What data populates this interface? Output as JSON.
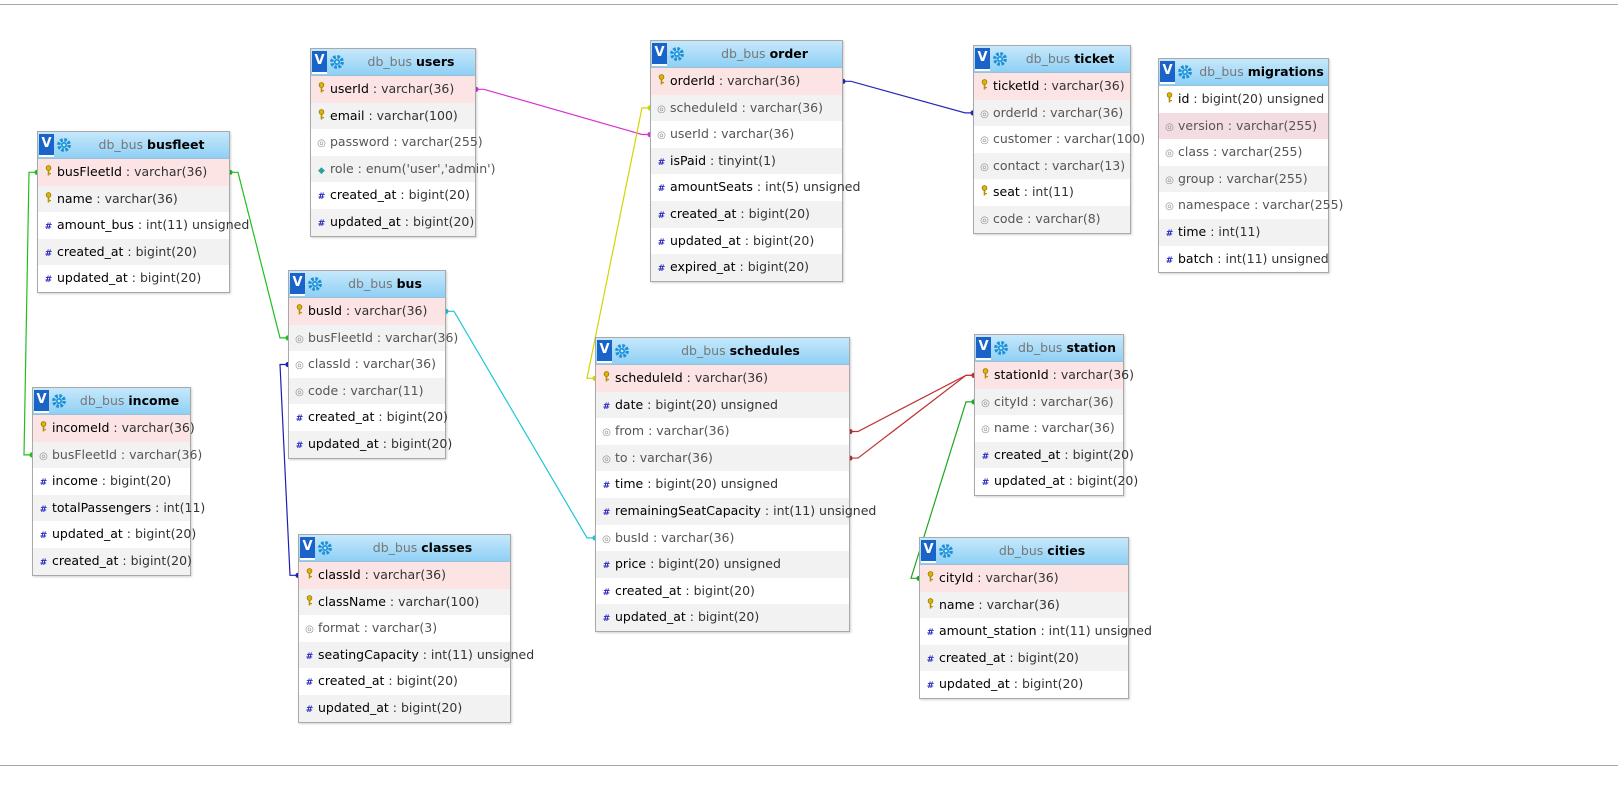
{
  "database": "db_bus",
  "toggle_label": "V",
  "tables": [
    {
      "id": "users",
      "name": "users",
      "columns": [
        {
          "name": "userId",
          "type": "varchar(36)",
          "icon": "key",
          "pk": true
        },
        {
          "name": "email",
          "type": "varchar(100)",
          "icon": "key"
        },
        {
          "name": "password",
          "type": "varchar(255)",
          "icon": "string"
        },
        {
          "name": "role",
          "type": "enum('user','admin')",
          "icon": "enum"
        },
        {
          "name": "created_at",
          "type": "bigint(20)",
          "icon": "number"
        },
        {
          "name": "updated_at",
          "type": "bigint(20)",
          "icon": "number"
        }
      ]
    },
    {
      "id": "order",
      "name": "order",
      "columns": [
        {
          "name": "orderId",
          "type": "varchar(36)",
          "icon": "key",
          "pk": true
        },
        {
          "name": "scheduleId",
          "type": "varchar(36)",
          "icon": "string"
        },
        {
          "name": "userId",
          "type": "varchar(36)",
          "icon": "string"
        },
        {
          "name": "isPaid",
          "type": "tinyint(1)",
          "icon": "number"
        },
        {
          "name": "amountSeats",
          "type": "int(5) unsigned",
          "icon": "number"
        },
        {
          "name": "created_at",
          "type": "bigint(20)",
          "icon": "number"
        },
        {
          "name": "updated_at",
          "type": "bigint(20)",
          "icon": "number"
        },
        {
          "name": "expired_at",
          "type": "bigint(20)",
          "icon": "number"
        }
      ]
    },
    {
      "id": "ticket",
      "name": "ticket",
      "columns": [
        {
          "name": "ticketId",
          "type": "varchar(36)",
          "icon": "key",
          "pk": true
        },
        {
          "name": "orderId",
          "type": "varchar(36)",
          "icon": "string"
        },
        {
          "name": "customer",
          "type": "varchar(100)",
          "icon": "string"
        },
        {
          "name": "contact",
          "type": "varchar(13)",
          "icon": "string"
        },
        {
          "name": "seat",
          "type": "int(11)",
          "icon": "key"
        },
        {
          "name": "code",
          "type": "varchar(8)",
          "icon": "string"
        }
      ]
    },
    {
      "id": "migrations",
      "name": "migrations",
      "columns": [
        {
          "name": "id",
          "type": "bigint(20) unsigned",
          "icon": "key"
        },
        {
          "name": "version",
          "type": "varchar(255)",
          "icon": "string",
          "hl": true
        },
        {
          "name": "class",
          "type": "varchar(255)",
          "icon": "string"
        },
        {
          "name": "group",
          "type": "varchar(255)",
          "icon": "string"
        },
        {
          "name": "namespace",
          "type": "varchar(255)",
          "icon": "string"
        },
        {
          "name": "time",
          "type": "int(11)",
          "icon": "number"
        },
        {
          "name": "batch",
          "type": "int(11) unsigned",
          "icon": "number"
        }
      ]
    },
    {
      "id": "busfleet",
      "name": "busfleet",
      "columns": [
        {
          "name": "busFleetId",
          "type": "varchar(36)",
          "icon": "key",
          "pk": true
        },
        {
          "name": "name",
          "type": "varchar(36)",
          "icon": "key"
        },
        {
          "name": "amount_bus",
          "type": "int(11) unsigned",
          "icon": "number"
        },
        {
          "name": "created_at",
          "type": "bigint(20)",
          "icon": "number"
        },
        {
          "name": "updated_at",
          "type": "bigint(20)",
          "icon": "number"
        }
      ]
    },
    {
      "id": "bus",
      "name": "bus",
      "columns": [
        {
          "name": "busId",
          "type": "varchar(36)",
          "icon": "key",
          "pk": true
        },
        {
          "name": "busFleetId",
          "type": "varchar(36)",
          "icon": "string"
        },
        {
          "name": "classId",
          "type": "varchar(36)",
          "icon": "string"
        },
        {
          "name": "code",
          "type": "varchar(11)",
          "icon": "string"
        },
        {
          "name": "created_at",
          "type": "bigint(20)",
          "icon": "number"
        },
        {
          "name": "updated_at",
          "type": "bigint(20)",
          "icon": "number"
        }
      ]
    },
    {
      "id": "schedules",
      "name": "schedules",
      "columns": [
        {
          "name": "scheduleId",
          "type": "varchar(36)",
          "icon": "key",
          "pk": true
        },
        {
          "name": "date",
          "type": "bigint(20) unsigned",
          "icon": "number"
        },
        {
          "name": "from",
          "type": "varchar(36)",
          "icon": "string"
        },
        {
          "name": "to",
          "type": "varchar(36)",
          "icon": "string"
        },
        {
          "name": "time",
          "type": "bigint(20) unsigned",
          "icon": "number"
        },
        {
          "name": "remainingSeatCapacity",
          "type": "int(11) unsigned",
          "icon": "number"
        },
        {
          "name": "busId",
          "type": "varchar(36)",
          "icon": "string"
        },
        {
          "name": "price",
          "type": "bigint(20) unsigned",
          "icon": "number"
        },
        {
          "name": "created_at",
          "type": "bigint(20)",
          "icon": "number"
        },
        {
          "name": "updated_at",
          "type": "bigint(20)",
          "icon": "number"
        }
      ]
    },
    {
      "id": "station",
      "name": "station",
      "columns": [
        {
          "name": "stationId",
          "type": "varchar(36)",
          "icon": "key",
          "pk": true
        },
        {
          "name": "cityId",
          "type": "varchar(36)",
          "icon": "string"
        },
        {
          "name": "name",
          "type": "varchar(36)",
          "icon": "string"
        },
        {
          "name": "created_at",
          "type": "bigint(20)",
          "icon": "number"
        },
        {
          "name": "updated_at",
          "type": "bigint(20)",
          "icon": "number"
        }
      ]
    },
    {
      "id": "income",
      "name": "income",
      "columns": [
        {
          "name": "incomeId",
          "type": "varchar(36)",
          "icon": "key",
          "pk": true
        },
        {
          "name": "busFleetId",
          "type": "varchar(36)",
          "icon": "string"
        },
        {
          "name": "income",
          "type": "bigint(20)",
          "icon": "number"
        },
        {
          "name": "totalPassengers",
          "type": "int(11)",
          "icon": "number"
        },
        {
          "name": "updated_at",
          "type": "bigint(20)",
          "icon": "number"
        },
        {
          "name": "created_at",
          "type": "bigint(20)",
          "icon": "number"
        }
      ]
    },
    {
      "id": "classes",
      "name": "classes",
      "columns": [
        {
          "name": "classId",
          "type": "varchar(36)",
          "icon": "key",
          "pk": true
        },
        {
          "name": "className",
          "type": "varchar(100)",
          "icon": "key"
        },
        {
          "name": "format",
          "type": "varchar(3)",
          "icon": "string"
        },
        {
          "name": "seatingCapacity",
          "type": "int(11) unsigned",
          "icon": "number"
        },
        {
          "name": "created_at",
          "type": "bigint(20)",
          "icon": "number"
        },
        {
          "name": "updated_at",
          "type": "bigint(20)",
          "icon": "number"
        }
      ]
    },
    {
      "id": "cities",
      "name": "cities",
      "columns": [
        {
          "name": "cityId",
          "type": "varchar(36)",
          "icon": "key",
          "pk": true
        },
        {
          "name": "name",
          "type": "varchar(36)",
          "icon": "key"
        },
        {
          "name": "amount_station",
          "type": "int(11) unsigned",
          "icon": "number"
        },
        {
          "name": "created_at",
          "type": "bigint(20)",
          "icon": "number"
        },
        {
          "name": "updated_at",
          "type": "bigint(20)",
          "icon": "number"
        }
      ]
    }
  ],
  "relations": [
    {
      "from": "users.userId",
      "to": "order.userId",
      "color": "#d633d6"
    },
    {
      "from": "order.orderId",
      "to": "ticket.orderId",
      "color": "#2a2ab8"
    },
    {
      "from": "order.scheduleId",
      "to": "schedules.scheduleId",
      "color": "#d4d400"
    },
    {
      "from": "busfleet.busFleetId",
      "to": "bus.busFleetId",
      "color": "#1fbf1f"
    },
    {
      "from": "busfleet.busFleetId",
      "to": "income.busFleetId",
      "color": "#1fbf1f"
    },
    {
      "from": "bus.busId",
      "to": "schedules.busId",
      "color": "#1fc6d6"
    },
    {
      "from": "classes.classId",
      "to": "bus.classId",
      "color": "#1f1fb0"
    },
    {
      "from": "station.stationId",
      "to": "schedules.from",
      "color": "#c03030"
    },
    {
      "from": "station.stationId",
      "to": "schedules.to",
      "color": "#c03030"
    },
    {
      "from": "cities.cityId",
      "to": "station.cityId",
      "color": "#1fa81f"
    }
  ]
}
